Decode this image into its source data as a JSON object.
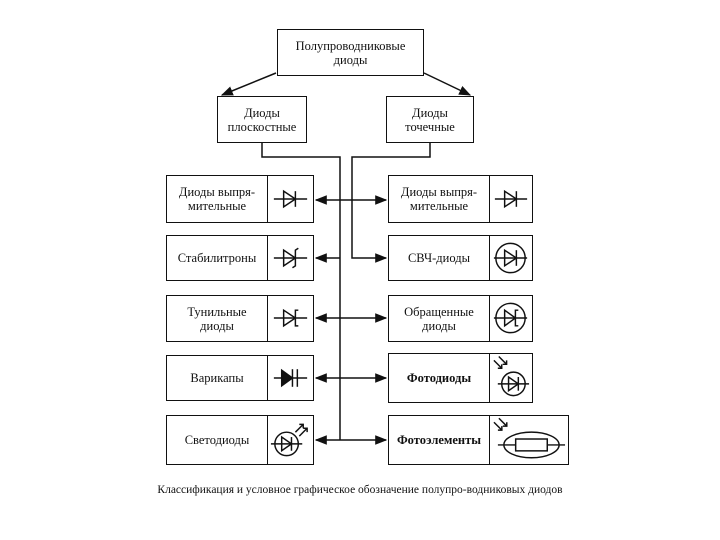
{
  "title": "Полупроводниковые\nдиоды",
  "branches": {
    "left": "Диоды\nплоскостные",
    "right": "Диоды\nточечные"
  },
  "left_items": [
    {
      "label": "Диоды выпря-\nмительные",
      "icon": "diode-icon"
    },
    {
      "label": "Стабилитроны",
      "icon": "zener-diode-icon"
    },
    {
      "label": "Тунильные\nдиоды",
      "icon": "tunnel-diode-icon"
    },
    {
      "label": "Варикапы",
      "icon": "varicap-icon"
    },
    {
      "label": "Светодиоды",
      "icon": "led-icon"
    }
  ],
  "right_items": [
    {
      "label": "Диоды выпря-\nмительные",
      "icon": "diode-icon"
    },
    {
      "label": "СВЧ-диоды",
      "icon": "microwave-diode-icon"
    },
    {
      "label": "Обращенные\nдиоды",
      "icon": "backward-diode-icon"
    },
    {
      "label": "Фотодиоды",
      "icon": "photodiode-icon"
    },
    {
      "label": "Фотоэлементы",
      "icon": "photocell-icon"
    }
  ],
  "caption": "Классификация и условное графическое обозначение полупро-водниковых диодов"
}
